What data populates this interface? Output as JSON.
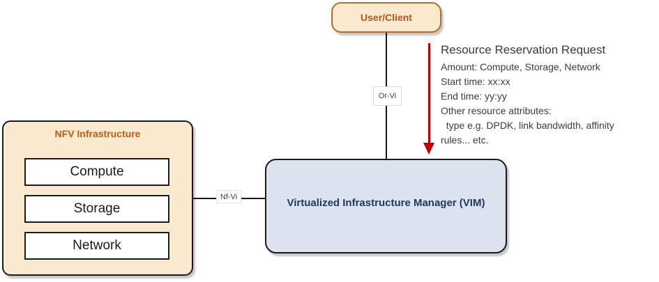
{
  "diagram": {
    "user_client": {
      "label": "User/Client"
    },
    "nfvi": {
      "title": "NFV Infrastructure",
      "components": [
        "Compute",
        "Storage",
        "Network"
      ]
    },
    "vim": {
      "label": "Virtualized Infrastructure Manager (VIM)"
    },
    "links": {
      "or_vi": "Or-Vi",
      "nf_vi": "Nf-Vi"
    },
    "annotation": {
      "title": "Resource Reservation Request",
      "lines": [
        "Amount: Compute, Storage, Network",
        "Start time: xx:xx",
        "End time: yy:yy",
        "Other resource attributes:",
        "  type e.g. DPDK, link bandwidth, affinity",
        "rules... etc."
      ]
    },
    "colors": {
      "tan_fill": "#F8E9CF",
      "tan_border": "#AE6E32",
      "accent_text": "#BC5B16",
      "vim_fill": "#DCE3EE",
      "vim_text": "#1F3864",
      "line_black": "#1a1a1a",
      "arrow_red": "#C00000",
      "annotation_text": "#3B3B3B"
    }
  }
}
